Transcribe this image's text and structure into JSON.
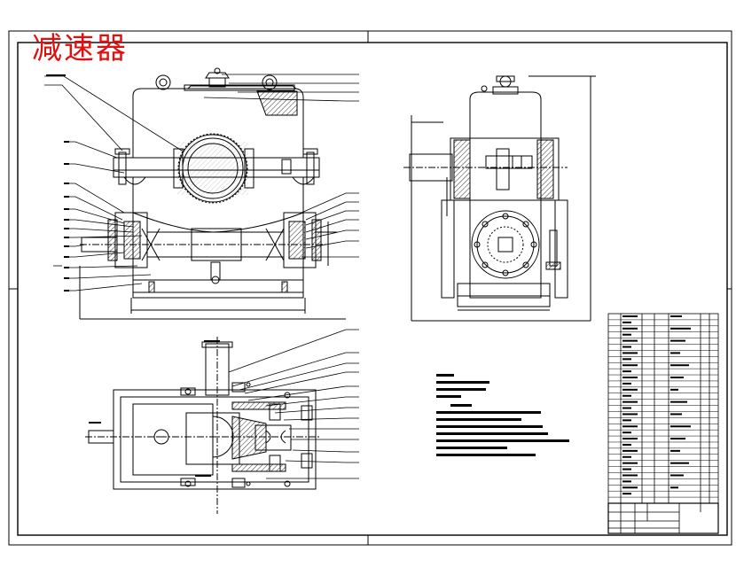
{
  "title": "减速器",
  "colors": {
    "title": "#e01010",
    "line": "#000000",
    "background": "#ffffff",
    "hatch": "#333333"
  },
  "views": [
    "front-view",
    "side-view",
    "top-view"
  ]
}
